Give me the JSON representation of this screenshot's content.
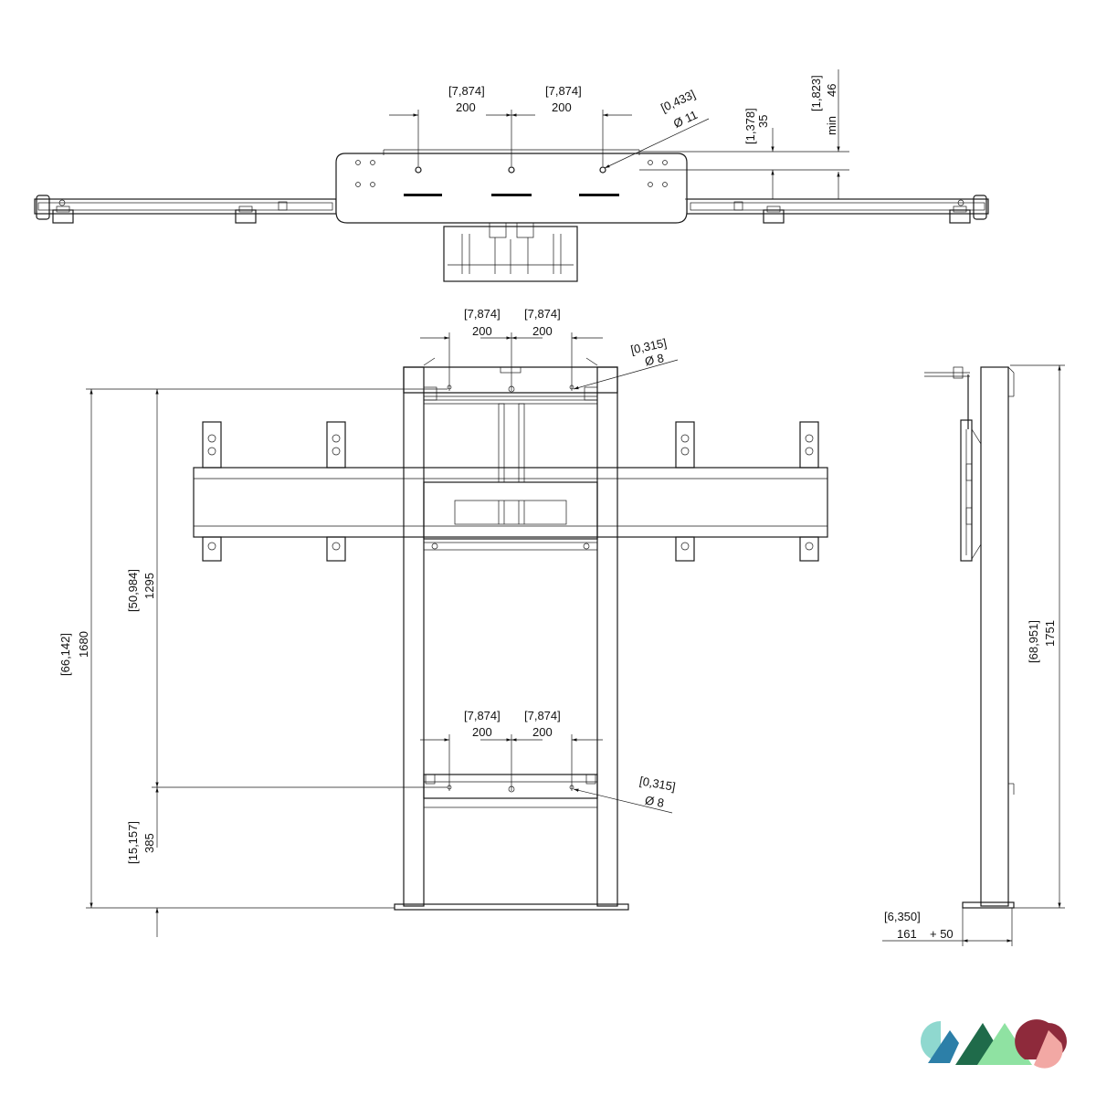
{
  "dimensions": {
    "top_view": {
      "spacing_left": {
        "inch": "[7,874]",
        "mm": "200"
      },
      "spacing_right": {
        "inch": "[7,874]",
        "mm": "200"
      },
      "hole": {
        "inch": "[0,433]",
        "mm": "Ø 11"
      },
      "offset_35": {
        "inch": "[1,378]",
        "mm": "35"
      },
      "offset_46": {
        "inch": "[1,823]",
        "mm": "46",
        "note": "min"
      }
    },
    "front_view": {
      "top_spacing_left": {
        "inch": "[7,874]",
        "mm": "200"
      },
      "top_spacing_right": {
        "inch": "[7,874]",
        "mm": "200"
      },
      "top_hole": {
        "inch": "[0,315]",
        "mm": "Ø 8"
      },
      "bottom_spacing_left": {
        "inch": "[7,874]",
        "mm": "200"
      },
      "bottom_spacing_right": {
        "inch": "[7,874]",
        "mm": "200"
      },
      "bottom_hole": {
        "inch": "[0,315]",
        "mm": "Ø 8"
      },
      "height_total": {
        "inch": "[66,142]",
        "mm": "1680"
      },
      "height_upper": {
        "inch": "[50,984]",
        "mm": "1295"
      },
      "height_lower": {
        "inch": "[15,157]",
        "mm": "385"
      }
    },
    "side_view": {
      "height": {
        "inch": "[68,951]",
        "mm": "1751"
      },
      "depth": {
        "inch": "[6,350]",
        "mm": "161",
        "extra": "+ 50"
      }
    }
  },
  "logo": {
    "name": "brand-logo",
    "colors": [
      "#8fd8cf",
      "#2c7fa8",
      "#1f6b4a",
      "#8fe2a2",
      "#8e2a3b",
      "#f2a8a4"
    ]
  }
}
